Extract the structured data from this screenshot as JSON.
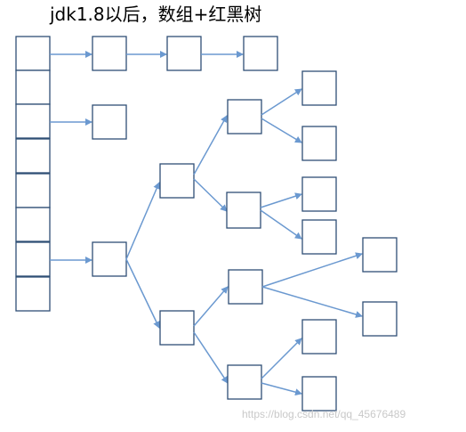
{
  "diagram": {
    "title": "jdk1.8以后，数组+红黑树",
    "watermark": "https://blog.csdn.net/qq_45676489"
  },
  "colors": {
    "box_stroke": "#2f4f75",
    "arrow": "#6b99d0",
    "watermark": "#c9c9c9"
  },
  "structure": {
    "array_slots": 8,
    "linked_list_nodes_row1": 3,
    "linked_list_nodes_row2": 1,
    "tree_levels": 4
  }
}
